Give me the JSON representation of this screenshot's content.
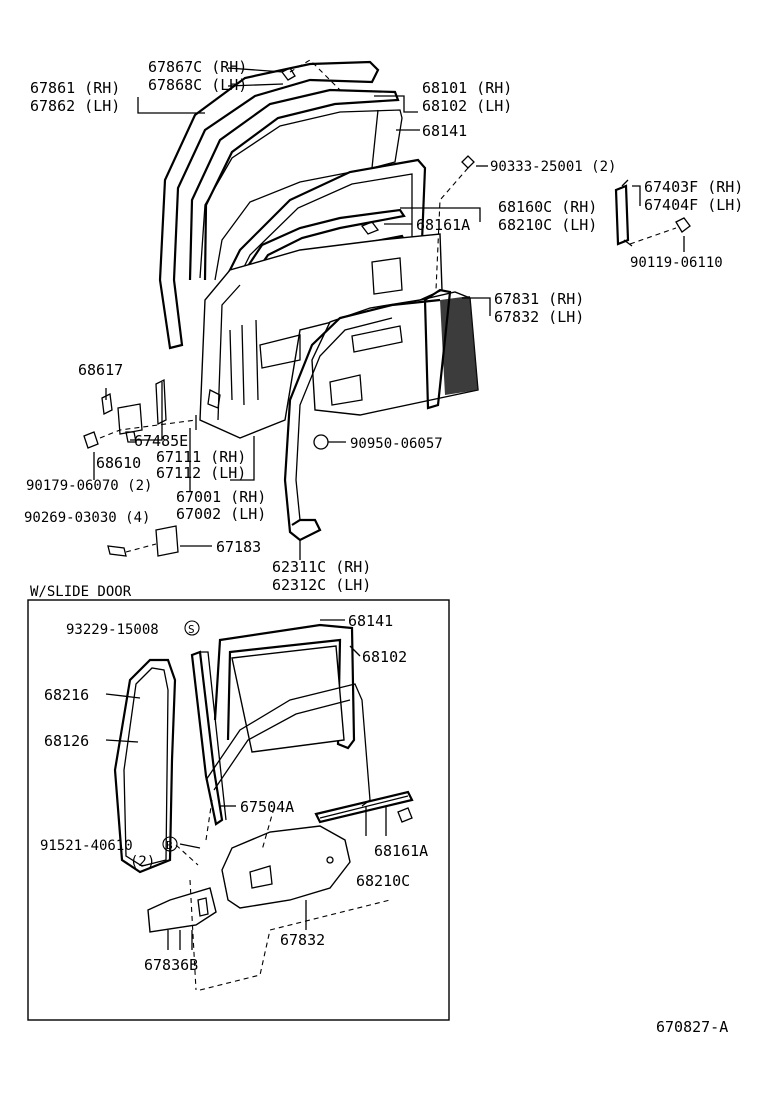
{
  "labels": {
    "l67867c": "67867C (RH)",
    "l67868c": "67868C (LH)",
    "l67861": "67861 (RH)",
    "l67862": "67862 (LH)",
    "l68101": "68101 (RH)",
    "l68102": "68102 (LH)",
    "l68141": "68141",
    "l90333": "90333-25001 (2)",
    "l68160c": "68160C (RH)",
    "l68210c": "68210C (LH)",
    "l68161a": "68161A",
    "l67403f": "67403F (RH)",
    "l67404f": "67404F (LH)",
    "l90119": "90119-06110",
    "l67831": "67831 (RH)",
    "l67832": "67832 (LH)",
    "l68617": "68617",
    "l67485e": "67485E",
    "l68610": "68610",
    "l67111": "67111 (RH)",
    "l67112": "67112 (LH)",
    "l90950": "90950-06057",
    "l90179": "90179-06070 (2)",
    "l67001": "67001 (RH)",
    "l67002": "67002 (LH)",
    "l90269": "90269-03030 (4)",
    "l67183": "67183",
    "l62311c": "62311C (RH)",
    "l62312c": "62312C (LH)"
  },
  "slide": {
    "title": "W/SLIDE DOOR",
    "s93229": "93229-15008",
    "s68141": "68141",
    "s68102": "68102",
    "s68216": "68216",
    "s68126": "68126",
    "s67504a": "67504A",
    "s91521": "91521-40610",
    "s91521q": "(2)",
    "s68161a": "68161A",
    "s68210c": "68210C",
    "s67832": "67832",
    "s67836b": "67836B",
    "sym_s": "S",
    "sym_b": "B"
  },
  "footer": {
    "code": "670827-A"
  }
}
